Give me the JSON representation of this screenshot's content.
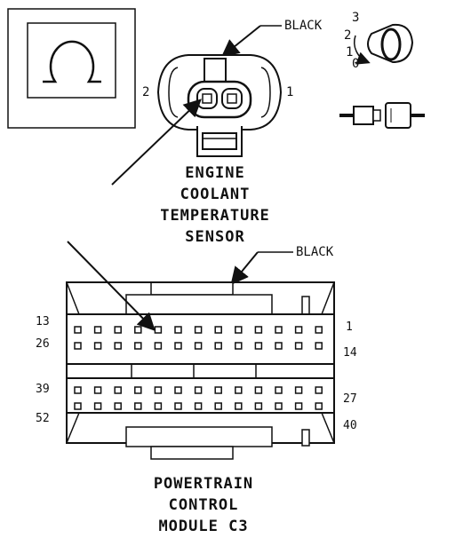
{
  "legend_symbol": {
    "icon": "ohmmeter-icon"
  },
  "sensor": {
    "color_label": "BLACK",
    "pin_left": "2",
    "pin_right": "1",
    "title_lines": [
      "ENGINE",
      "COOLANT",
      "TEMPERATURE",
      "SENSOR"
    ]
  },
  "ignition": {
    "positions": [
      "3",
      "2",
      "1",
      "0"
    ],
    "icon": "ignition-key-icon"
  },
  "harness": {
    "icon": "connector-disconnected-icon"
  },
  "pcm": {
    "color_label": "BLACK",
    "pin_labels": {
      "row1_left": "13",
      "row2_left": "26",
      "row3_left": "39",
      "row4_left": "52",
      "row1_right": "1",
      "row2_right": "14",
      "row3_right": "27",
      "row4_right": "40"
    },
    "title_lines": [
      "POWERTRAIN",
      "CONTROL",
      "MODULE C3"
    ]
  },
  "colors": {
    "ink": "#111111",
    "paper": "#ffffff"
  }
}
